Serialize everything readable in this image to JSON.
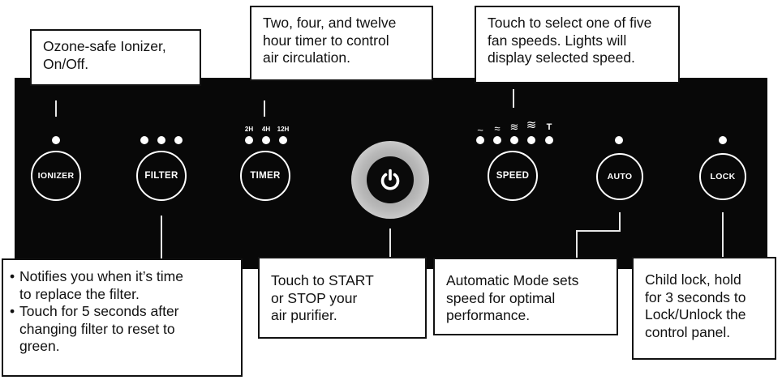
{
  "panel": {
    "buttons": {
      "ionizer": "IONIZER",
      "filter": "FILTER",
      "timer": "TIMER",
      "speed": "SPEED",
      "auto": "AUTO",
      "lock": "LOCK"
    },
    "timer_labels": [
      "2H",
      "4H",
      "12H"
    ],
    "speed_labels": [
      "~",
      "≈",
      "≋",
      "≋",
      "T"
    ]
  },
  "callouts": {
    "ionizer": "Ozone-safe Ionizer,\nOn/Off.",
    "timer": "Two, four, and twelve\nhour timer to control\nair circulation.",
    "speed": "Touch to select one of five\nfan speeds. Lights will\ndisplay selected speed.",
    "filter": [
      "Notifies you when it’s time\nto replace the filter.",
      "Touch for 5 seconds after\nchanging filter to reset to\ngreen."
    ],
    "power": "Touch to START\nor STOP your\nair purifier.",
    "auto": "Automatic Mode sets\nspeed for optimal\nperformance.",
    "lock": "Child lock, hold\nfor 3 seconds to\nLock/Unlock the\ncontrol panel."
  },
  "colors": {
    "panel": "#080808",
    "power_ring": "#b8b8b8",
    "leader": "#e6e6e6"
  }
}
